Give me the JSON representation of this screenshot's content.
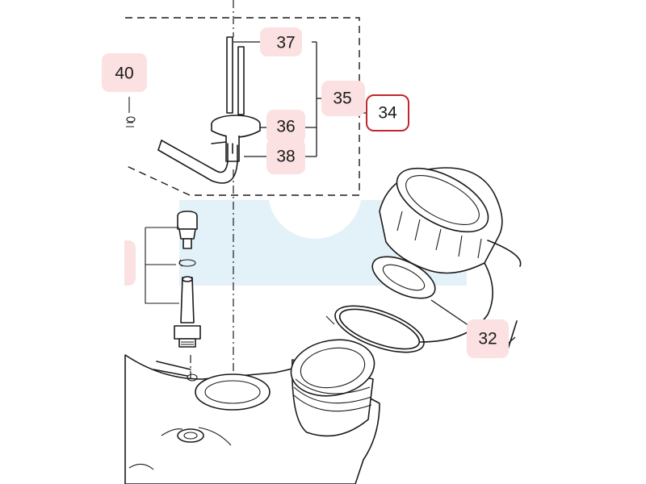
{
  "colors": {
    "highlight_fill": "#fbe1e1",
    "selected_outline": "#c0262d",
    "watermark": "#e3f1f8",
    "ink": "#1a1a1a"
  },
  "callouts": {
    "c37": "37",
    "c35": "35",
    "c34": "34",
    "c36": "36",
    "c38": "38",
    "c40": "40",
    "c32": "32"
  },
  "selected_callout": "34"
}
